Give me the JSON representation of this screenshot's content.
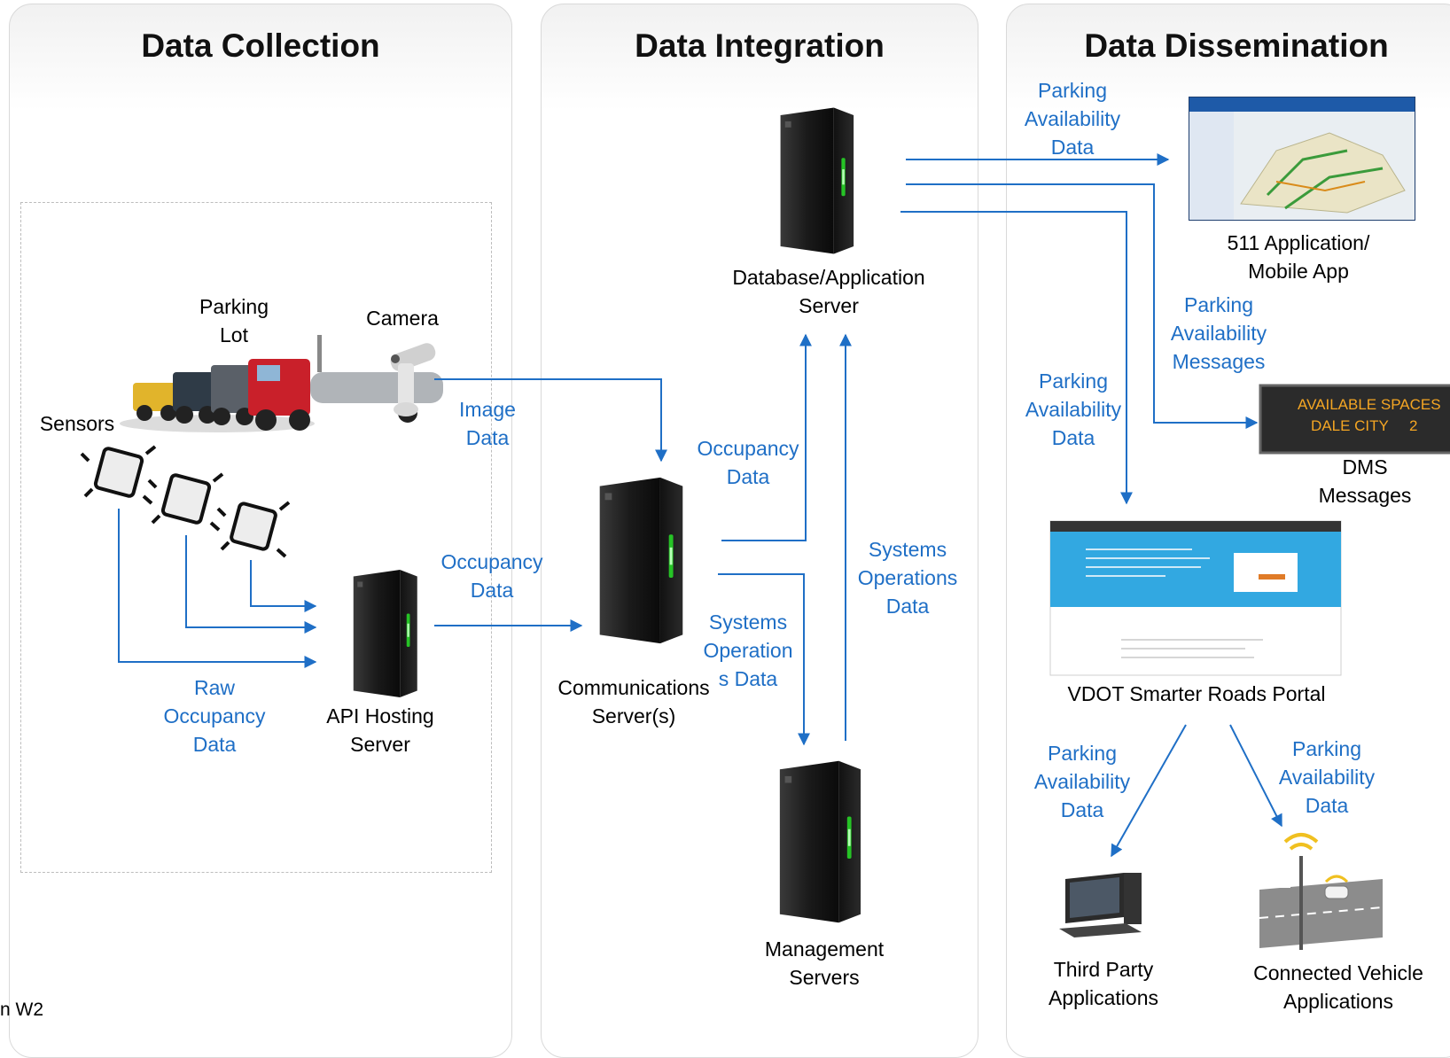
{
  "panels": {
    "collection": "Data Collection",
    "integration": "Data Integration",
    "dissemination": "Data Dissemination"
  },
  "nodes": {
    "parking_lot": "Parking\nLot",
    "camera": "Camera",
    "sensors": "Sensors",
    "api_server": "API Hosting\nServer",
    "comm_server": "Communications\nServer(s)",
    "db_server": "Database/Application\nServer",
    "mgmt_servers": "Management\nServers",
    "app_511": "511 Application/\nMobile App",
    "dms": "DMS\nMessages",
    "portal": "VDOT Smarter Roads Portal",
    "third_party": "Third Party\nApplications",
    "connected_vehicle": "Connected Vehicle\nApplications"
  },
  "flows": {
    "image_data": "Image\nData",
    "occupancy_api": "Occupancy\nData",
    "raw_occupancy": "Raw\nOccupancy\nData",
    "occupancy_comm": "Occupancy\nData",
    "systems_ops_down": "Systems\nOperation\ns Data",
    "systems_ops_up": "Systems\nOperations\nData",
    "parking_511": "Parking\nAvailability\nData",
    "parking_msgs": "Parking\nAvailability\nMessages",
    "parking_portal": "Parking\nAvailability\nData",
    "parking_third": "Parking\nAvailability\nData",
    "parking_cv": "Parking\nAvailability\nData"
  },
  "dms_sign": {
    "line1": "AVAILABLE SPACES",
    "line2_place": "DALE CITY",
    "line2_count": "2"
  },
  "footer_text": "n W2",
  "colors": {
    "accent_blue": "#1f6fc6",
    "arrow": "#1f6fc6",
    "dms_amber": "#f5a623"
  },
  "icons": [
    "truck-icon",
    "camera-icon",
    "sensor-icon",
    "server-icon",
    "map-screenshot-icon",
    "dms-sign-icon",
    "portal-screenshot-icon",
    "desktop-computer-icon",
    "road-rsu-icon"
  ]
}
